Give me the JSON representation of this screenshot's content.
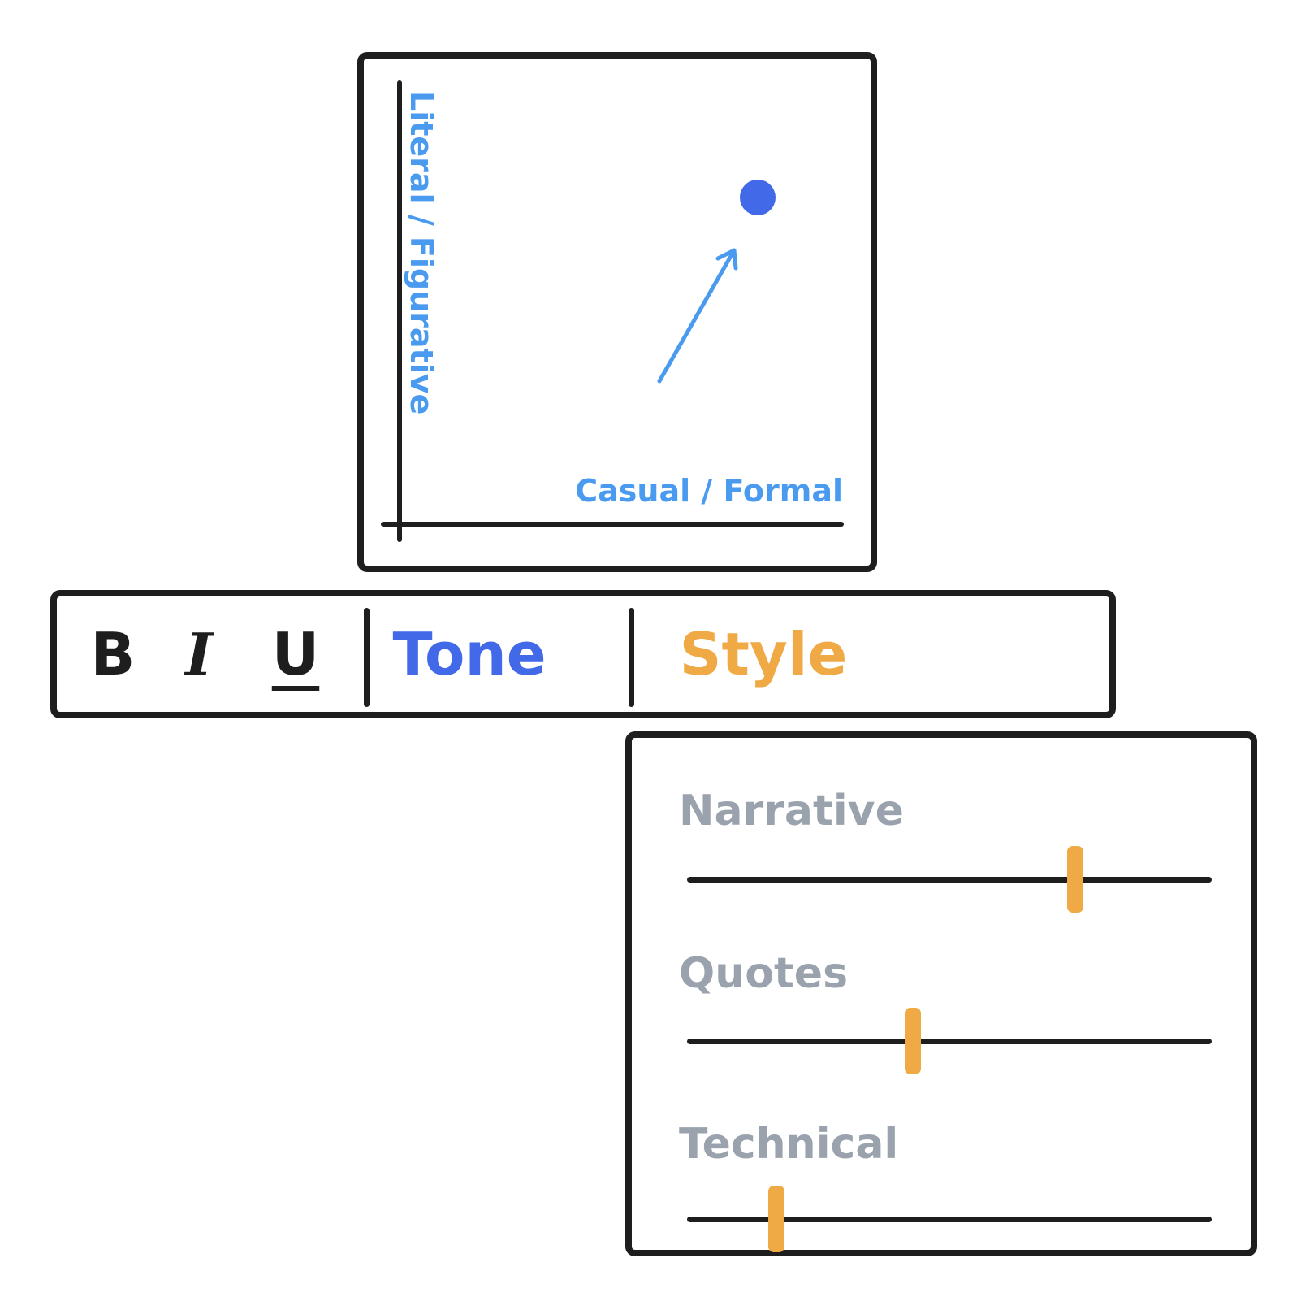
{
  "tone_plot": {
    "y_axis_label": "Literal / Figurative",
    "x_axis_label": "Casual / Formal",
    "point": {
      "formality": 0.81,
      "figurative": 0.74
    }
  },
  "toolbar": {
    "bold_label": "B",
    "italic_label": "I",
    "underline_label": "U",
    "tone_label": "Tone",
    "style_label": "Style"
  },
  "style_panel": {
    "sliders": [
      {
        "label": "Narrative",
        "value": 0.74
      },
      {
        "label": "Quotes",
        "value": 0.43
      },
      {
        "label": "Technical",
        "value": 0.17
      }
    ]
  },
  "colors": {
    "tone_accent": "#4169e8",
    "axis_label": "#4a9bef",
    "style_accent": "#f0aa45",
    "slider_label": "#9aa3ad",
    "ink": "#1e1e1e"
  },
  "icons": {
    "direction": "arrow-up-right-icon"
  }
}
